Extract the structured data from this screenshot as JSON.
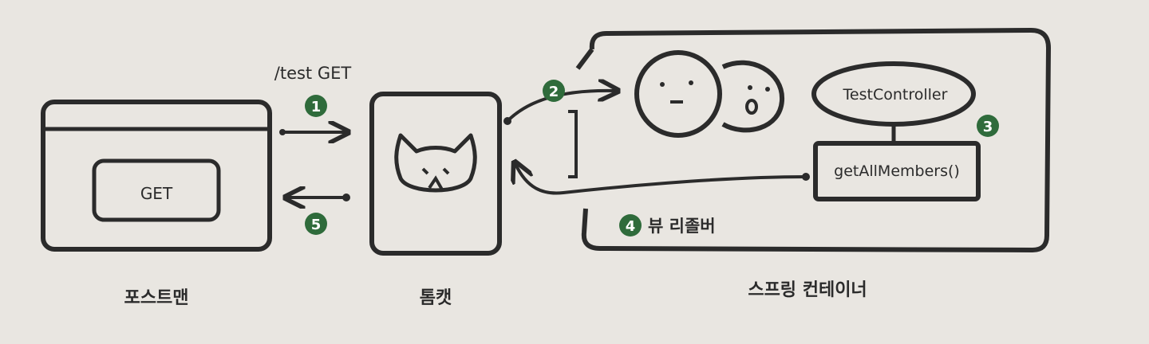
{
  "request_label": "/test GET",
  "postman": {
    "button_label": "GET",
    "caption": "포스트맨"
  },
  "tomcat": {
    "caption": "톰캣"
  },
  "container": {
    "caption": "스프링 컨테이너"
  },
  "controller": {
    "name": "TestController",
    "method": "getAllMembers()"
  },
  "view_resolver_label": "뷰 리졸버",
  "steps": [
    "1",
    "2",
    "3",
    "4",
    "5"
  ],
  "colors": {
    "badge": "#2f6b3b",
    "ink": "#2b2b2b",
    "paper": "#e9e6e1"
  }
}
